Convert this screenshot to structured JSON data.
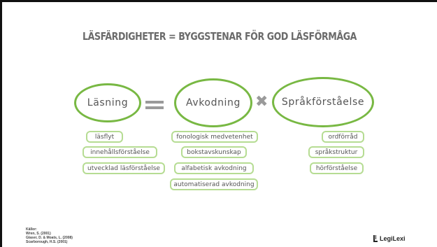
{
  "title": "LÄSFÄRDIGHETER = BYGGSTENAR FÖR GOD LÄSFÖRMÅGA",
  "accent_color": "#78b843",
  "pill_border_color": "#b6dc93",
  "operators": {
    "equals": "equals-icon",
    "times": "✖"
  },
  "components": {
    "reading": {
      "label": "Läsning",
      "skills": [
        "läsflyt",
        "innehållsförståelse",
        "utvecklad läsförståelse"
      ]
    },
    "decoding": {
      "label": "Avkodning",
      "skills": [
        "fonologisk medvetenhet",
        "bokstavskunskap",
        "alfabetisk avkodning",
        "automatiserad avkodning"
      ]
    },
    "comprehension": {
      "label": "Språkförståelse",
      "skills": [
        "ordförråd",
        "språkstruktur",
        "hörförståelse"
      ]
    }
  },
  "sources": {
    "heading": "Källor:",
    "lines": [
      "Wren, S. (2001)",
      "Glaser, D. & Moats, L. (2008)",
      "Scarborough, H.S. (2001)"
    ]
  },
  "logo": {
    "text": "LegiLexi"
  }
}
